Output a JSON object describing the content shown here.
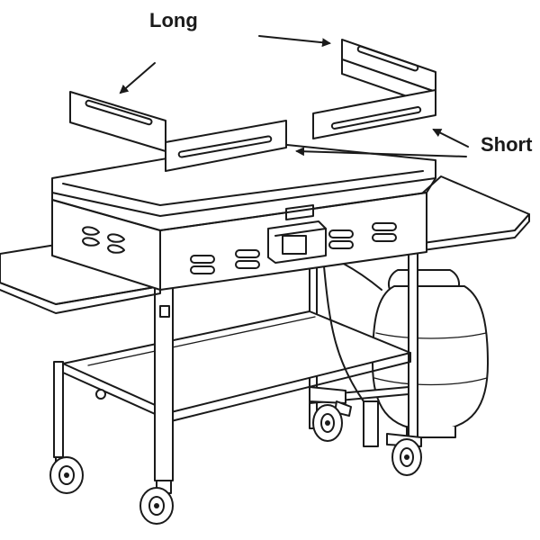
{
  "labels": {
    "long": "Long",
    "short": "Short"
  },
  "parts": {
    "long_panels": 2,
    "short_panels": 2
  },
  "colors": {
    "line": "#1a1a1a",
    "background": "#ffffff"
  }
}
